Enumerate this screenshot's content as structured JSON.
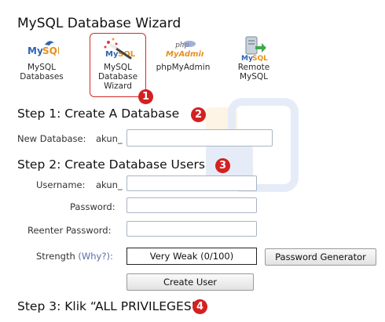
{
  "page": {
    "title": "MySQL Database Wizard"
  },
  "icons": [
    {
      "line1": "MySQL",
      "line2": "Databases",
      "line3": "",
      "icon": "mysql-databases-icon"
    },
    {
      "line1": "MySQL",
      "line2": "Database",
      "line3": "Wizard",
      "icon": "mysql-wizard-icon"
    },
    {
      "line1": "phpMyAdmin",
      "line2": "",
      "line3": "",
      "icon": "phpmyadmin-icon"
    },
    {
      "line1": "Remote",
      "line2": "MySQL",
      "line3": "",
      "icon": "remote-mysql-icon"
    }
  ],
  "badges": {
    "b1": "1",
    "b2": "2",
    "b3": "3",
    "b4": "4"
  },
  "step1": {
    "heading": "Step 1: Create A Database",
    "new_db_label": "New Database:",
    "prefix": "akun_"
  },
  "step2": {
    "heading": "Step 2: Create Database Users",
    "username_label": "Username:",
    "prefix": "akun_",
    "password_label": "Password:",
    "reenter_label": "Reenter Password:",
    "strength_label": "Strength",
    "why_label": "(Why?):",
    "strength_value": "Very Weak (0/100)",
    "password_generator_label": "Password Generator",
    "create_user_label": "Create User"
  },
  "step3": {
    "heading": "Step 3: Klik “ALL PRIVILEGES”"
  },
  "colors": {
    "badge": "#d42020",
    "highlight_border": "#d52a2a",
    "mysql_blue": "#4a76c8",
    "mysql_orange": "#e8901a"
  }
}
